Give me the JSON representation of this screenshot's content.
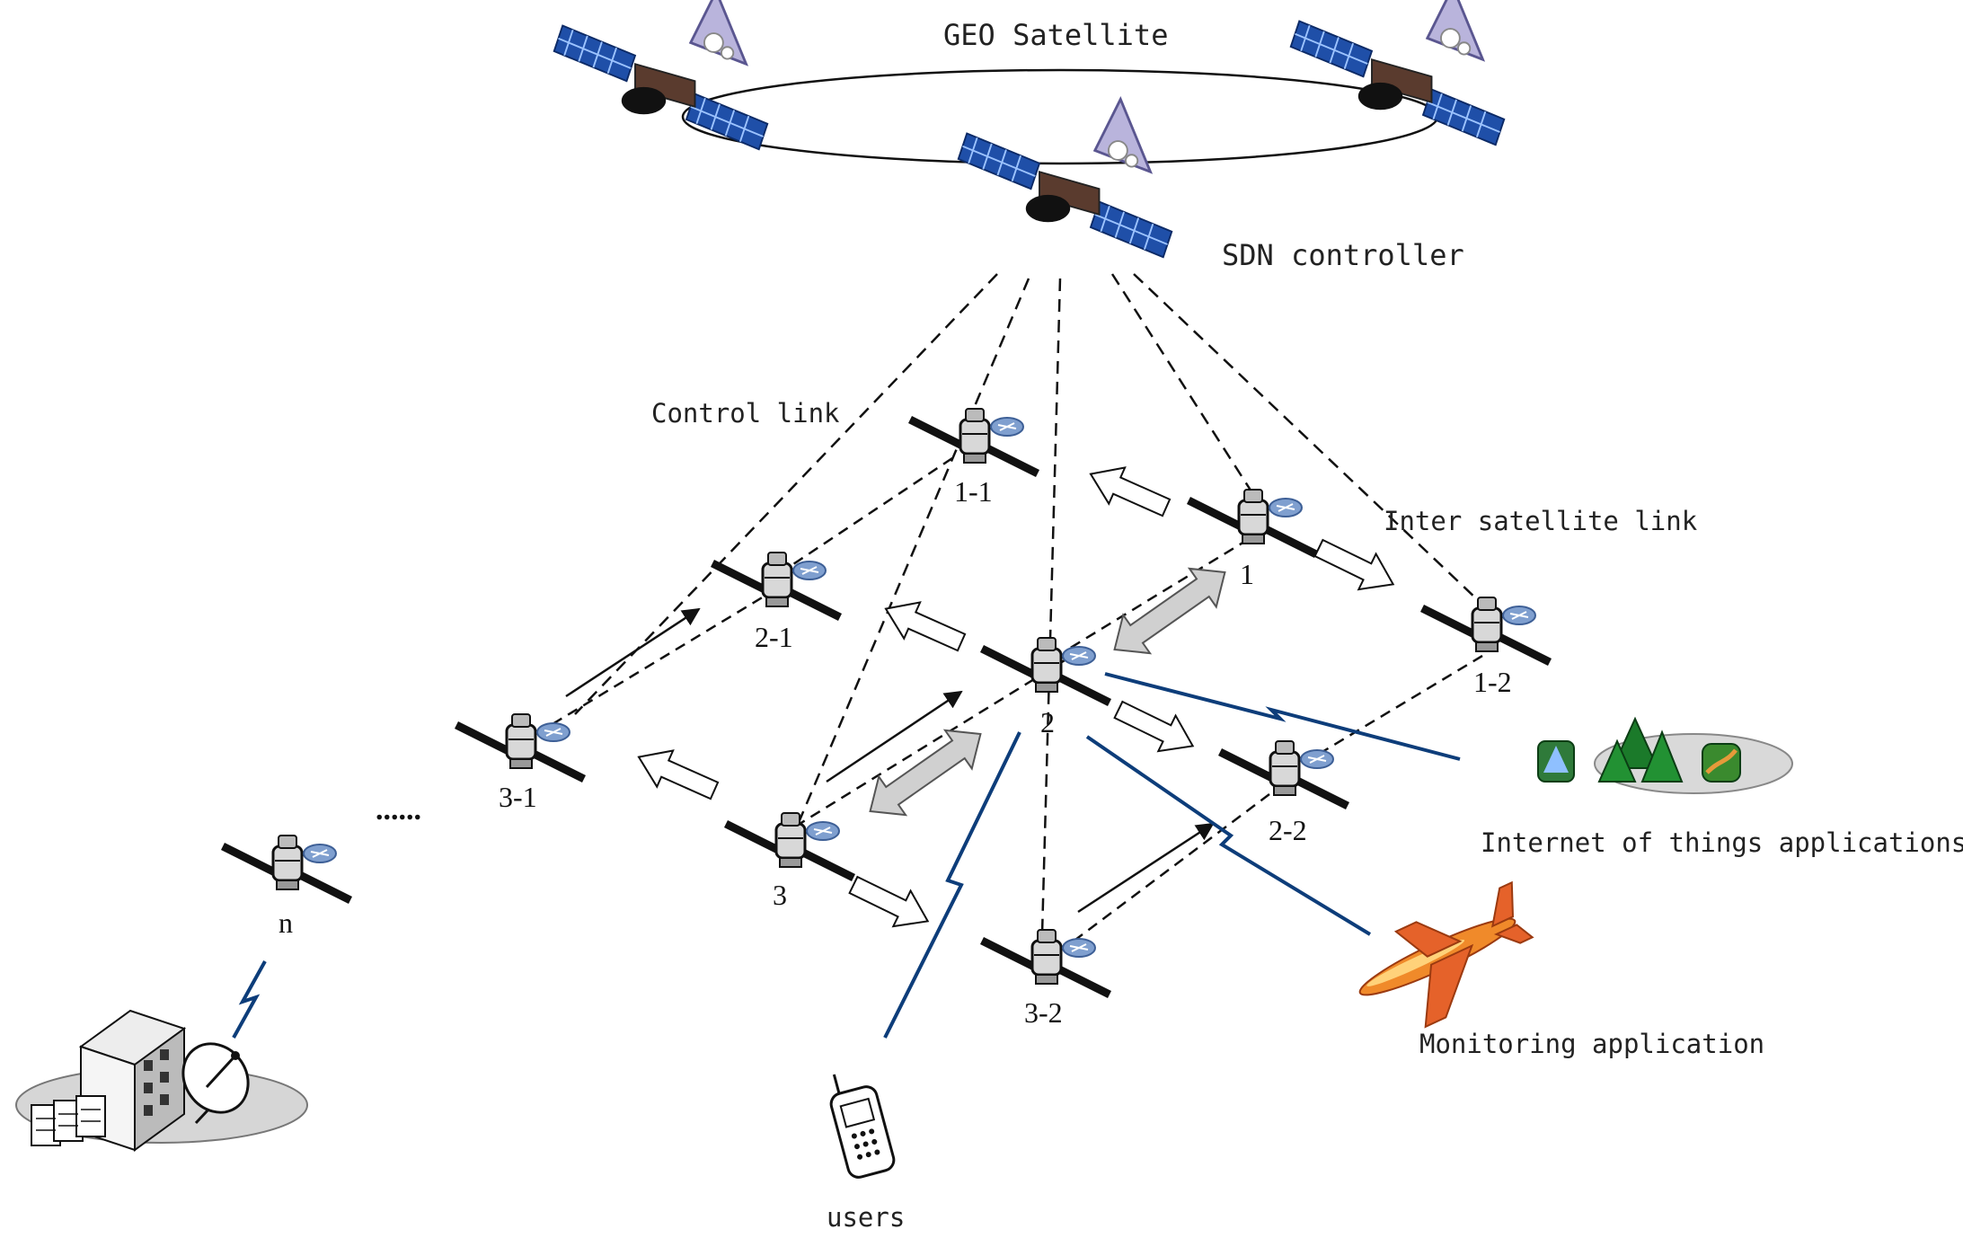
{
  "labels": {
    "geo_satellite": "GEO Satellite",
    "sdn_controller": "SDN controller",
    "control_link": "Control link",
    "inter_satellite_link": "Inter satellite link",
    "iot_applications": "Internet of things applications",
    "monitoring_application": "Monitoring application",
    "users": "users",
    "ellipsis": "......"
  },
  "leo_nodes": [
    {
      "id": "1-1",
      "label": "1-1"
    },
    {
      "id": "1",
      "label": "1"
    },
    {
      "id": "1-2",
      "label": "1-2"
    },
    {
      "id": "2-1",
      "label": "2-1"
    },
    {
      "id": "2",
      "label": "2"
    },
    {
      "id": "2-2",
      "label": "2-2"
    },
    {
      "id": "3-1",
      "label": "3-1"
    },
    {
      "id": "3",
      "label": "3"
    },
    {
      "id": "3-2",
      "label": "3-2"
    },
    {
      "id": "n",
      "label": "n"
    }
  ],
  "colors": {
    "solar_panel": "#1f4fa8",
    "panel_grid": "#9cc3ff",
    "triangle": "#b9b4dc",
    "wireless_link": "#0d3d7a",
    "router": "#7f9fcf",
    "airplane": "#f08a2a"
  }
}
